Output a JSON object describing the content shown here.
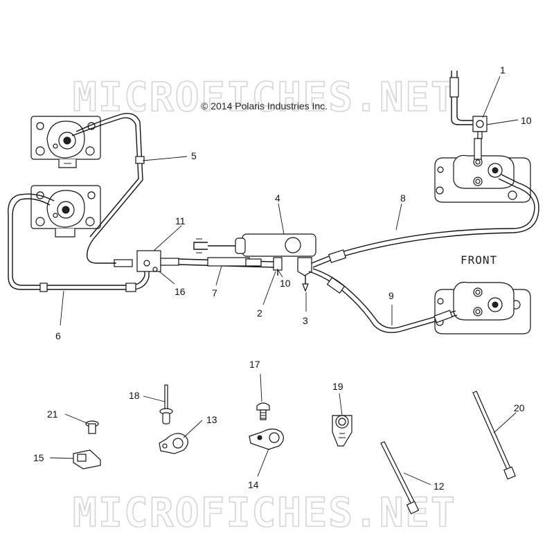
{
  "diagram": {
    "watermark_top": "MICROFICHES.NET",
    "watermark_bottom": "MICROFICHES.NET",
    "copyright": "© 2014 Polaris Industries Inc.",
    "front_label": "FRONT",
    "callouts": [
      "1",
      "2",
      "3",
      "4",
      "5",
      "6",
      "7",
      "8",
      "9",
      "10",
      "10",
      "11",
      "12",
      "13",
      "14",
      "15",
      "16",
      "17",
      "18",
      "19",
      "20",
      "21"
    ]
  },
  "colors": {
    "line": "#111111",
    "watermark": "#d4d4d4",
    "background": "#ffffff"
  }
}
